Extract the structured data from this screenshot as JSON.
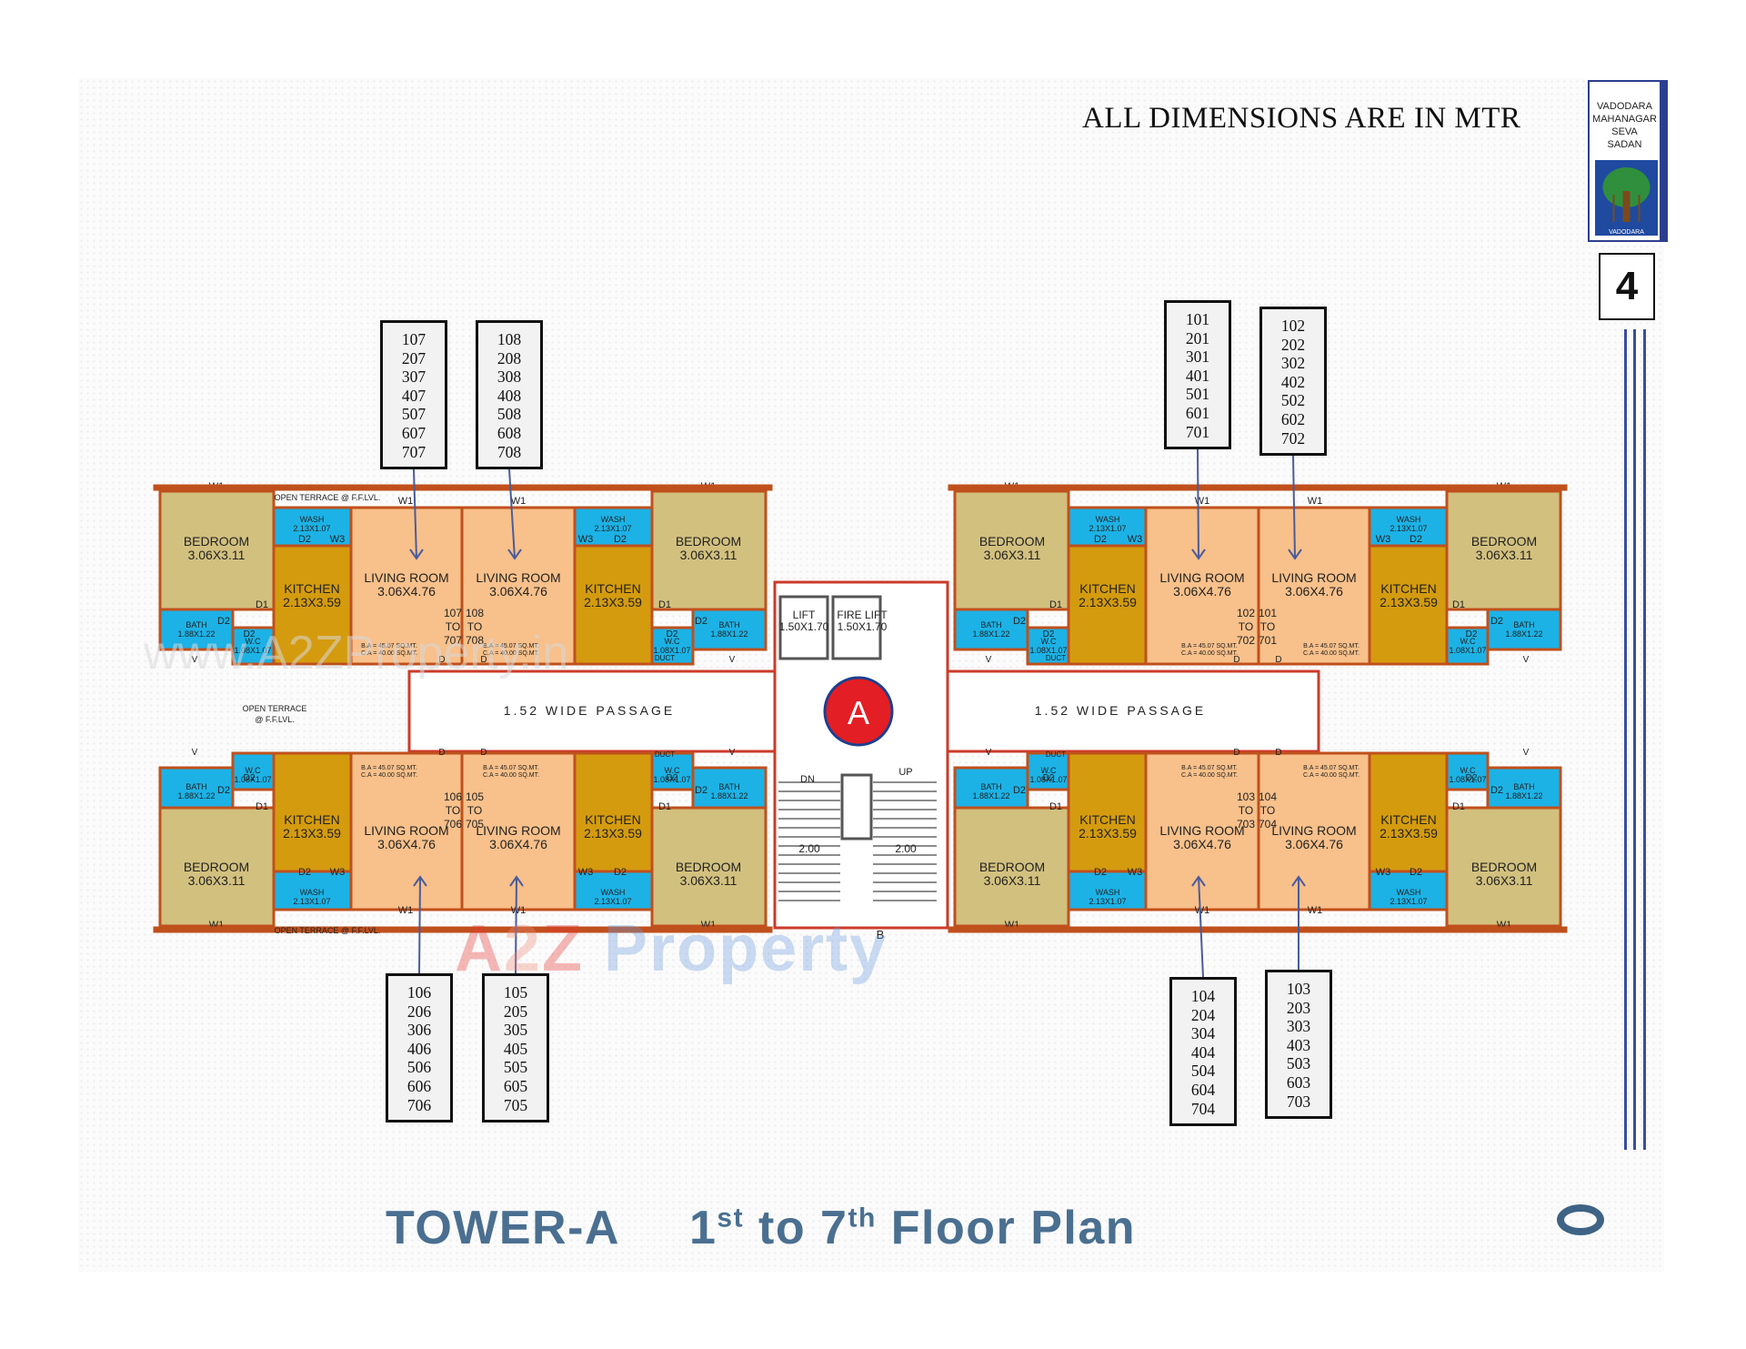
{
  "header": {
    "note": "ALL DIMENSIONS ARE IN MTR",
    "logo_lines": [
      "VADODARA",
      "MAHANAGAR",
      "SEVA",
      "SADAN"
    ],
    "logo_caption": "VADODARA",
    "page_number": "4"
  },
  "rooms": {
    "bedroom": "BEDROOM",
    "bedroom_size": "3.06X3.11",
    "living": "LIVING ROOM",
    "living_size": "3.06X4.76",
    "kitchen": "KITCHEN",
    "kitchen_size": "2.13X3.59",
    "bath": "BATH",
    "bath_size": "1.88X1.22",
    "wc": "W.C",
    "wc_size": "1.08X1.07",
    "wash": "WASH",
    "wash_size": "2.13X1.07",
    "ba": "B.A = 45.07 SQ.MT.",
    "ca": "C.A = 40.00 SQ.MT.",
    "duct": "DUCT"
  },
  "doors": {
    "d": "D",
    "d1": "D1",
    "d2": "D2",
    "w1": "W1",
    "w3": "W3",
    "v": "V"
  },
  "core": {
    "lift": "LIFT",
    "lift_size": "1.50X1.70",
    "fire_lift": "FIRE LIFT",
    "fire_lift_size": "1.50X1.70",
    "tower_marker": "A",
    "passage": "1.52 WIDE PASSAGE",
    "open_terrace": "OPEN TERRACE @ F.F.LVL.",
    "open_terrace_1": "OPEN TERRACE",
    "open_terrace_2": "@ F.F.LVL.",
    "dn": "DN",
    "up": "UP",
    "dim": "2.00",
    "b_label": "B"
  },
  "units": {
    "u107": {
      "from": "107",
      "to_word": "TO",
      "to": "707"
    },
    "u108": {
      "from": "108",
      "to_word": "TO",
      "to": "708"
    },
    "u101": {
      "from": "101",
      "to_word": "TO",
      "to": "701"
    },
    "u102": {
      "from": "102",
      "to_word": "TO",
      "to": "702"
    },
    "u106": {
      "from": "106",
      "to_word": "TO",
      "to": "706"
    },
    "u105": {
      "from": "105",
      "to_word": "TO",
      "to": "705"
    },
    "u104": {
      "from": "104",
      "to_word": "TO",
      "to": "704"
    },
    "u103": {
      "from": "103",
      "to_word": "TO",
      "to": "703"
    }
  },
  "callouts": {
    "c107": [
      "107",
      "207",
      "307",
      "407",
      "507",
      "607",
      "707"
    ],
    "c108": [
      "108",
      "208",
      "308",
      "408",
      "508",
      "608",
      "708"
    ],
    "c101": [
      "101",
      "201",
      "301",
      "401",
      "501",
      "601",
      "701"
    ],
    "c102": [
      "102",
      "202",
      "302",
      "402",
      "502",
      "602",
      "702"
    ],
    "c106": [
      "106",
      "206",
      "306",
      "406",
      "506",
      "606",
      "706"
    ],
    "c105": [
      "105",
      "205",
      "305",
      "405",
      "505",
      "605",
      "705"
    ],
    "c104": [
      "104",
      "204",
      "304",
      "404",
      "504",
      "604",
      "704"
    ],
    "c103": [
      "103",
      "203",
      "303",
      "403",
      "503",
      "603",
      "703"
    ]
  },
  "title": {
    "tower": "TOWER-A",
    "n1": "1",
    "s1": "st",
    "mid": "to 7",
    "s2": "th",
    "end": "Floor Plan"
  },
  "watermarks": {
    "site": "www.A2ZProperty.in",
    "brand_a": "A",
    "brand_2": "2",
    "brand_z": "Z",
    "brand_p": "Property"
  },
  "colors": {
    "wall": "#c0501c",
    "bedroom": "#d2c07e",
    "living": "#f8c08a",
    "kitchen": "#d49b0f",
    "wet": "#1cb2e6",
    "marker": "#e31e24"
  }
}
